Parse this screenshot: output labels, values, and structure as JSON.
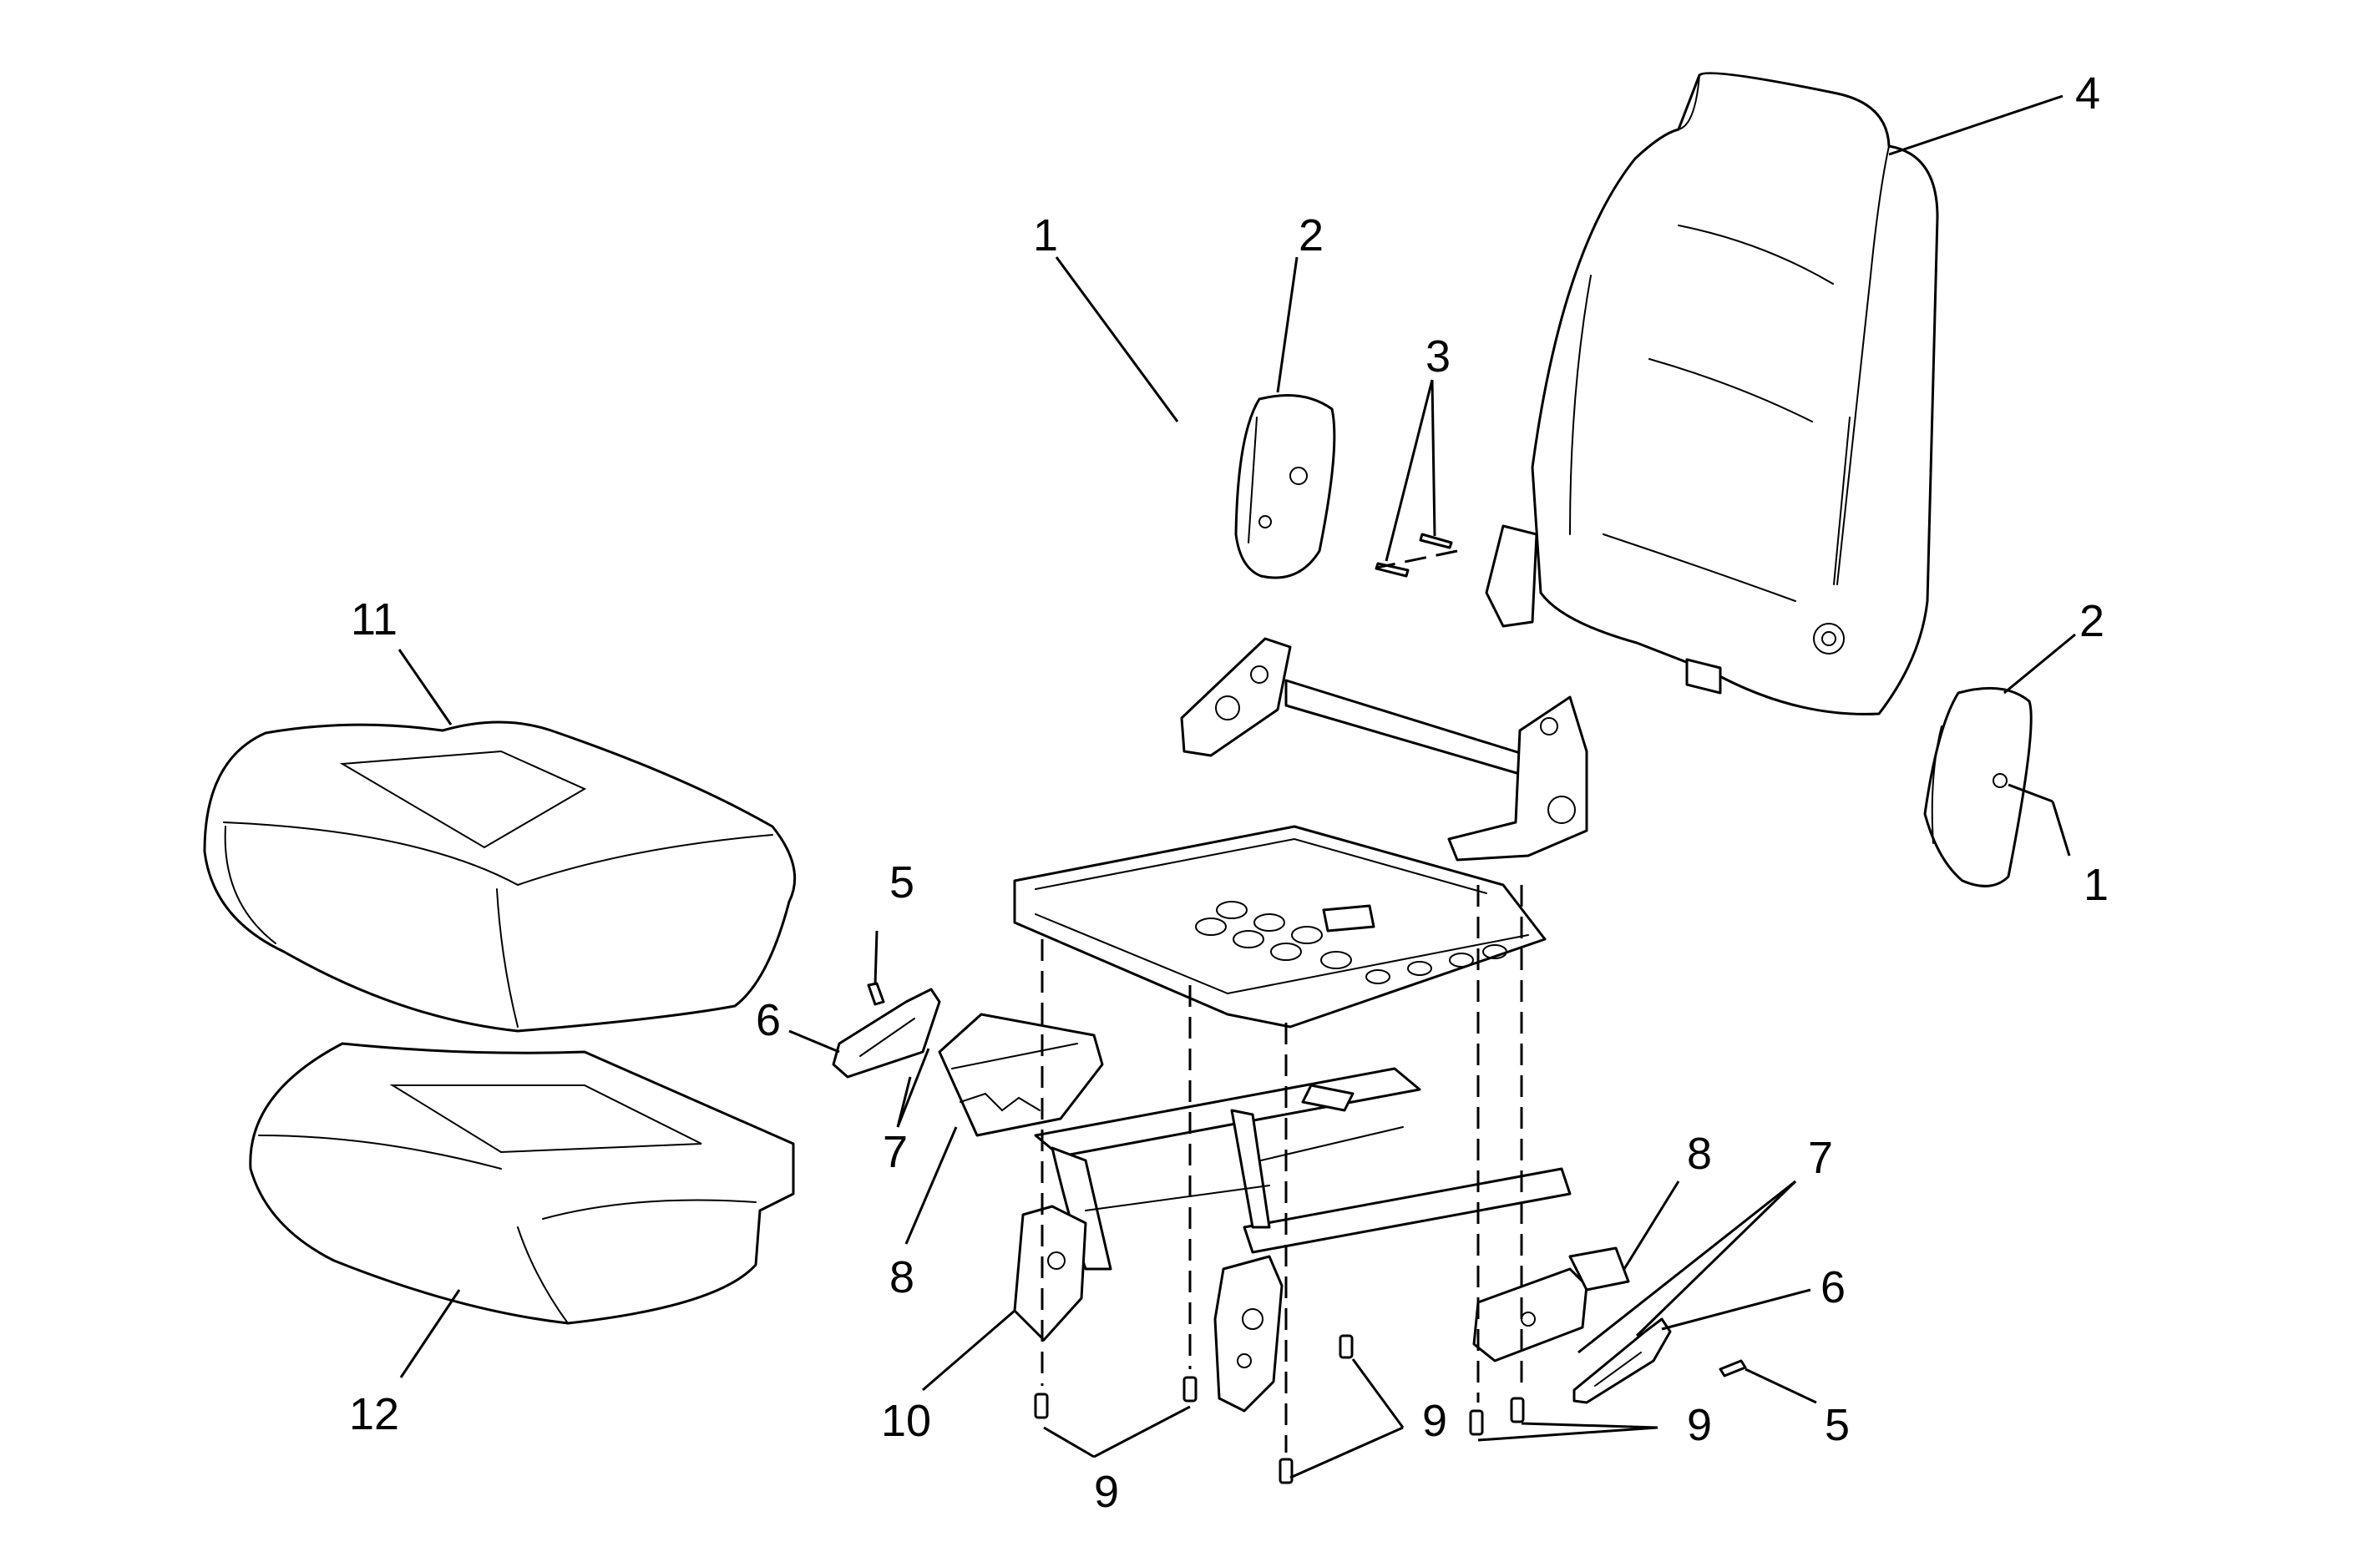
{
  "callouts": {
    "c1a": "1",
    "c2a": "2",
    "c3": "3",
    "c4": "4",
    "c2b": "2",
    "c1b": "1",
    "c11": "11",
    "c5a": "5",
    "c6a": "6",
    "c7a": "7",
    "c8a": "8",
    "c12": "12",
    "c10": "10",
    "c9a": "9",
    "c9b": "9",
    "c9c": "9",
    "c8b": "8",
    "c7b": "7",
    "c6b": "6",
    "c5b": "5"
  }
}
